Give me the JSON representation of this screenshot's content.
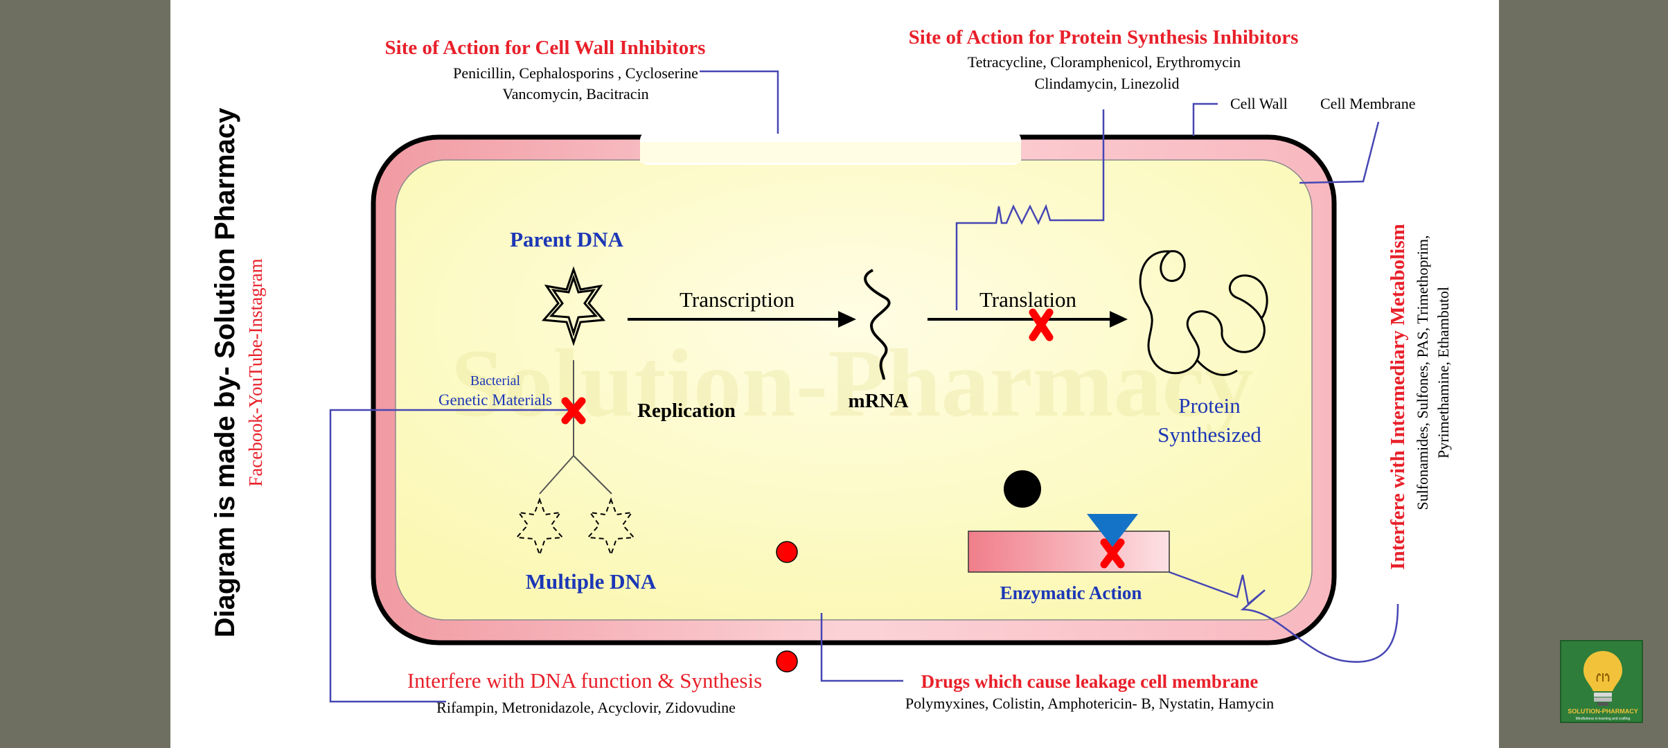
{
  "credit": {
    "main": "Diagram is made by- Solution Pharmacy",
    "sub": "Facebook-YouTube-Instagram"
  },
  "watermark": "Solution-Pharmacy",
  "labels": {
    "cell_wall_site_title": "Site of Action for Cell Wall Inhibitors",
    "cell_wall_drugs_line1": "Penicillin, Cephalosporins , Cycloserine",
    "cell_wall_drugs_line2": "Vancomycin, Bacitracin",
    "protein_site_title": "Site of Action for Protein Synthesis Inhibitors",
    "protein_drugs_line1": "Tetracycline, Cloramphenicol, Erythromycin",
    "protein_drugs_line2": "Clindamycin, Linezolid",
    "cell_wall": "Cell Wall",
    "cell_membrane": "Cell  Membrane",
    "parent_dna": "Parent DNA",
    "transcription": "Transcription",
    "translation": "Translation",
    "mrna": "mRNA",
    "bacterial": "Bacterial",
    "genetic_materials": "Genetic Materials",
    "replication": "Replication",
    "protein_synthesized_line1": "Protein",
    "protein_synthesized_line2": "Synthesized",
    "multiple_dna": "Multiple DNA",
    "enzymatic_action": "Enzymatic Action",
    "dna_title": "Interfere with DNA function & Synthesis",
    "dna_drugs": "Rifampin, Metronidazole, Acyclovir, Zidovudine",
    "membrane_title": "Drugs which cause leakage cell membrane",
    "membrane_drugs": "Polymyxines, Colistin, Amphotericin- B, Nystatin, Hamycin",
    "metabolism_title": "Interfere with Intermediary Metabolism",
    "metabolism_drugs_line1": "Sulfonamides, Sulfones, PAS, Trimethoprim,",
    "metabolism_drugs_line2": "Pyrimethamine, Ethambutol"
  },
  "logo": {
    "name": "SOLUTION-PHARMACY",
    "tagline": "Mindfulness in learning and crafting"
  },
  "colors": {
    "title_red": "#e8202a",
    "label_blue": "#1c37b6",
    "leader_line": "#4646b4",
    "inhibit_cross": "#ff0000",
    "cytoplasm": "#fdfbc8",
    "cell_wall_pink": "#f6a9b0",
    "enzyme_triangle": "#1573c7"
  }
}
